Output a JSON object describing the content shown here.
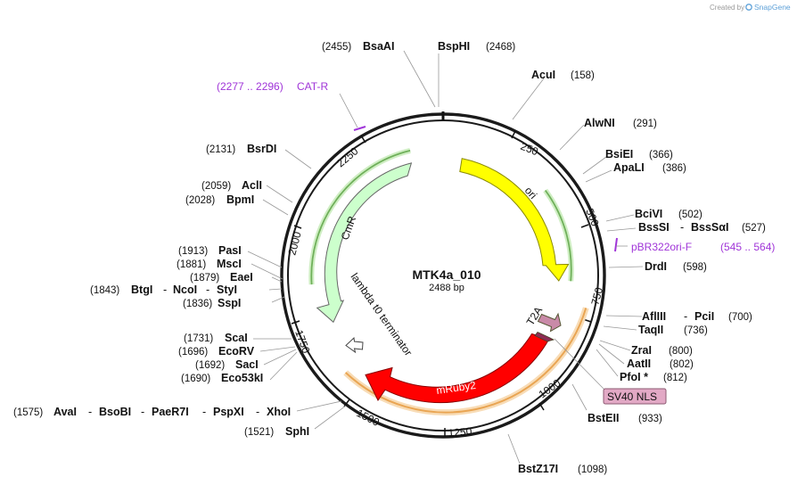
{
  "credit": {
    "prefix": "Created by",
    "brand": "SnapGene"
  },
  "plasmid": {
    "name": "MTK4a_010",
    "length_text": "2488 bp"
  },
  "ticks": [
    "250",
    "500",
    "750",
    "1000",
    "1250",
    "1500",
    "1750",
    "2000",
    "2250"
  ],
  "features": {
    "ori": "ori",
    "cmr": "CmR",
    "mruby2": "mRuby2",
    "terminator": "lambda t0 terminator",
    "t2a": "T2A",
    "sv40_nls": "SV40 NLS"
  },
  "primers": {
    "cat_r": {
      "name": "CAT-R",
      "range": "(2277 .. 2296)"
    },
    "pbr322": {
      "name": "pBR322ori-F",
      "range": "(545 .. 564)"
    }
  },
  "sites": {
    "bsaai": {
      "name": "BsaAI",
      "pos": "(2455)"
    },
    "bsphi": {
      "name": "BspHI",
      "pos": "(2468)"
    },
    "acui": {
      "name": "AcuI",
      "pos": "(158)"
    },
    "alwni": {
      "name": "AlwNI",
      "pos": "(291)"
    },
    "bsiei": {
      "name": "BsiEI",
      "pos": "(366)"
    },
    "apali": {
      "name": "ApaLI",
      "pos": "(386)"
    },
    "bcivi": {
      "name": "BciVI",
      "pos": "(502)"
    },
    "bsssi": {
      "name": "BssSI",
      "sep": "-",
      "name2": "BssSαI",
      "pos": "(527)"
    },
    "drdi": {
      "name": "DrdI",
      "pos": "(598)"
    },
    "afliii": {
      "name": "AflIII",
      "sep": "-",
      "name2": "PciI",
      "pos": "(700)"
    },
    "taqii": {
      "name": "TaqII",
      "pos": "(736)"
    },
    "zrai": {
      "name": "ZraI",
      "pos": "(800)"
    },
    "aatii": {
      "name": "AatII",
      "pos": "(802)"
    },
    "pfoi": {
      "name": "PfoI *",
      "pos": "(812)"
    },
    "bsteii": {
      "name": "BstEII",
      "pos": "(933)"
    },
    "bstz17i": {
      "name": "BstZ17I",
      "pos": "(1098)"
    },
    "sphi": {
      "name": "SphI",
      "pos": "(1521)"
    },
    "avai": {
      "pos": "(1575)",
      "n1": "AvaI",
      "n2": "BsoBI",
      "n3": "PaeR7I",
      "n4": "PspXI",
      "n5": "XhoI",
      "sep": "-"
    },
    "eco53ki": {
      "name": "Eco53kI",
      "pos": "(1690)"
    },
    "saci": {
      "name": "SacI",
      "pos": "(1692)"
    },
    "ecorv": {
      "name": "EcoRV",
      "pos": "(1696)"
    },
    "scai": {
      "name": "ScaI",
      "pos": "(1731)"
    },
    "sspi": {
      "name": "SspI",
      "pos": "(1836)"
    },
    "btgi": {
      "pos": "(1843)",
      "n1": "BtgI",
      "n2": "NcoI",
      "n3": "StyI",
      "sep": "-"
    },
    "eaei": {
      "name": "EaeI",
      "pos": "(1879)"
    },
    "msci": {
      "name": "MscI",
      "pos": "(1881)"
    },
    "pasi": {
      "name": "PasI",
      "pos": "(1913)"
    },
    "bpmi": {
      "name": "BpmI",
      "pos": "(2028)"
    },
    "acli": {
      "name": "AclI",
      "pos": "(2059)"
    },
    "bsrdi": {
      "name": "BsrDI",
      "pos": "(2131)"
    }
  },
  "colors": {
    "backbone": "#1a1a1a",
    "ori": "#ffff00",
    "cmr": "#ccffcc",
    "mruby2": "#ff0000",
    "t2a": "#c98aa8",
    "nls": "#e2a9c5",
    "primer": "#a035d8",
    "highlight_green": "#6fb05a",
    "highlight_orange": "#e9a553"
  }
}
